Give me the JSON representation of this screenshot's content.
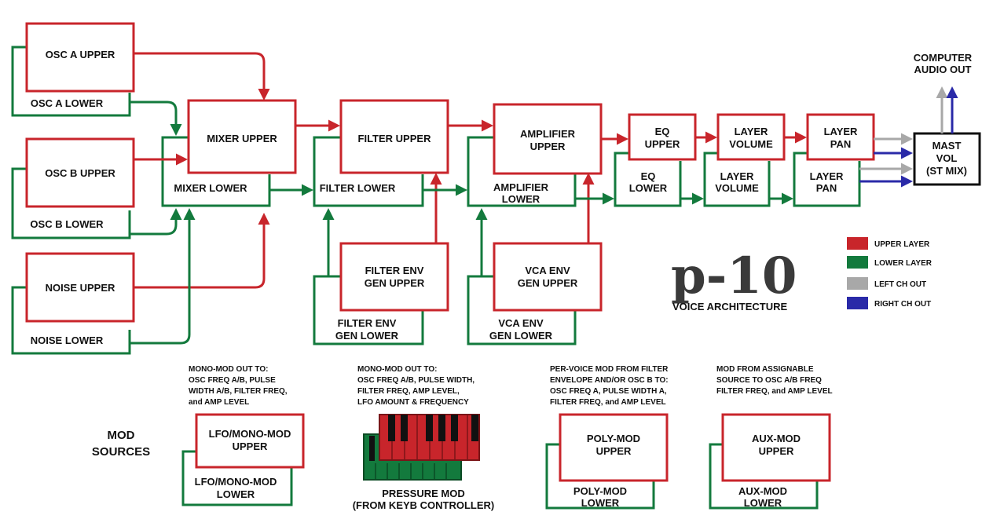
{
  "colors": {
    "upper": "#c8252b",
    "lower": "#137a3d",
    "left": "#a8a8a8",
    "right": "#2a2aa8",
    "mast": "#111111"
  },
  "blocks": {
    "osc_a_upper": "OSC A UPPER",
    "osc_a_lower": "OSC A LOWER",
    "osc_b_upper": "OSC B UPPER",
    "osc_b_lower": "OSC B LOWER",
    "noise_upper": "NOISE UPPER",
    "noise_lower": "NOISE LOWER",
    "mixer_upper": "MIXER UPPER",
    "mixer_lower": "MIXER LOWER",
    "filter_upper": "FILTER UPPER",
    "filter_lower": "FILTER LOWER",
    "amp_upper": [
      "AMPLIFIER",
      "UPPER"
    ],
    "amp_lower": [
      "AMPLIFIER",
      "LOWER"
    ],
    "eq_upper": [
      "EQ",
      "UPPER"
    ],
    "eq_lower": [
      "EQ",
      "LOWER"
    ],
    "vol_upper": [
      "LAYER",
      "VOLUME"
    ],
    "vol_lower": [
      "LAYER",
      "VOLUME"
    ],
    "pan_upper": [
      "LAYER",
      "PAN"
    ],
    "pan_lower": [
      "LAYER",
      "PAN"
    ],
    "fenv_upper": [
      "FILTER ENV",
      "GEN UPPER"
    ],
    "fenv_lower": [
      "FILTER ENV",
      "GEN LOWER"
    ],
    "venv_upper": [
      "VCA ENV",
      "GEN UPPER"
    ],
    "venv_lower": [
      "VCA ENV",
      "GEN LOWER"
    ],
    "mast": [
      "MAST",
      "VOL",
      "(ST MIX)"
    ],
    "computer_out": [
      "COMPUTER",
      "AUDIO OUT"
    ]
  },
  "legend": [
    {
      "label": "UPPER LAYER",
      "color": "#c8252b"
    },
    {
      "label": "LOWER LAYER",
      "color": "#137a3d"
    },
    {
      "label": "LEFT CH OUT",
      "color": "#a8a8a8"
    },
    {
      "label": "RIGHT CH OUT",
      "color": "#2a2aa8"
    }
  ],
  "logo": "p-10",
  "subtitle": "VOICE ARCHITECTURE",
  "mod_sources_title": [
    "MOD",
    "SOURCES"
  ],
  "mod": {
    "lfo_desc": [
      "MONO-MOD OUT TO:",
      "OSC FREQ A/B, PULSE",
      "WIDTH A/B, FILTER FREQ,",
      "and AMP LEVEL"
    ],
    "lfo_upper": [
      "LFO/MONO-MOD",
      "UPPER"
    ],
    "lfo_lower": [
      "LFO/MONO-MOD",
      "LOWER"
    ],
    "pressure_desc": [
      "MONO-MOD OUT TO:",
      "OSC FREQ A/B, PULSE WIDTH,",
      "FILTER FREQ, AMP LEVEL,",
      "LFO AMOUNT & FREQUENCY"
    ],
    "pressure_label": [
      "PRESSURE MOD",
      "(FROM KEYB CONTROLLER)"
    ],
    "poly_desc": [
      "PER-VOICE MOD FROM FILTER",
      "ENVELOPE AND/OR OSC B TO:",
      "OSC FREQ A, PULSE WIDTH A,",
      "FILTER FREQ, and AMP LEVEL"
    ],
    "poly_upper": [
      "POLY-MOD",
      "UPPER"
    ],
    "poly_lower": [
      "POLY-MOD",
      "LOWER"
    ],
    "aux_desc": [
      "MOD FROM ASSIGNABLE",
      "SOURCE TO OSC A/B FREQ",
      "FILTER FREQ, and AMP LEVEL"
    ],
    "aux_upper": [
      "AUX-MOD",
      "UPPER"
    ],
    "aux_lower": [
      "AUX-MOD",
      "LOWER"
    ]
  }
}
